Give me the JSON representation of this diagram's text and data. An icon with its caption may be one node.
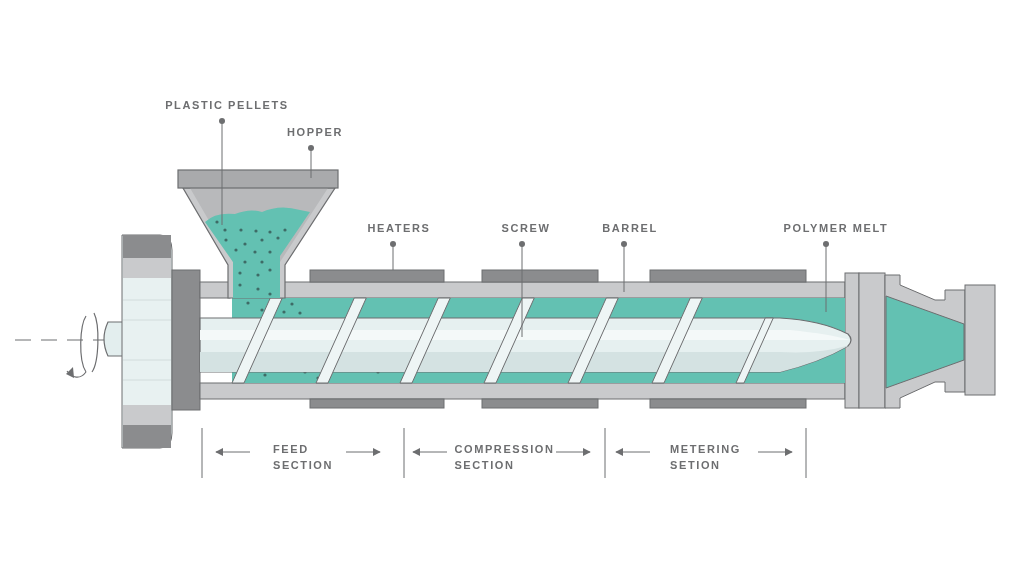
{
  "diagram": {
    "nodes": [
      {
        "text": [
          "PLASTIC PELLETS"
        ]
      },
      {
        "text": [
          "HOPPER"
        ]
      },
      {
        "text": [
          "HEATERS"
        ]
      },
      {
        "text": [
          "SCREW"
        ]
      },
      {
        "text": [
          "BARREL"
        ]
      },
      {
        "text": [
          "POLYMER MELT"
        ]
      },
      {
        "text": [],
        "shape": "picture",
        "in": 7
      },
      {
        "text": [],
        "shape": "picture"
      },
      {
        "text": [],
        "shape": "bar"
      },
      {
        "text": [],
        "shape": "picture",
        "in": 11
      },
      {
        "text": [],
        "shape": "picture"
      },
      {
        "text": [],
        "shape": "picture",
        "in": 10
      }
    ],
    "edges": [
      {
        "from": 0,
        "to": 6,
        "arrow": "other"
      },
      {
        "from": 1,
        "to": 7,
        "arrow": "other"
      },
      {
        "from": 2,
        "to": 8,
        "arrow": "other"
      },
      {
        "from": 3,
        "to": 9,
        "arrow": "other"
      },
      {
        "from": 4,
        "to": 10,
        "arrow": "other"
      },
      {
        "from": 5,
        "to": 11,
        "arrow": "other"
      }
    ],
    "labels": [
      "FEED SECTION",
      "COMPRESSION SECTION",
      "METERING SETION"
    ]
  }
}
